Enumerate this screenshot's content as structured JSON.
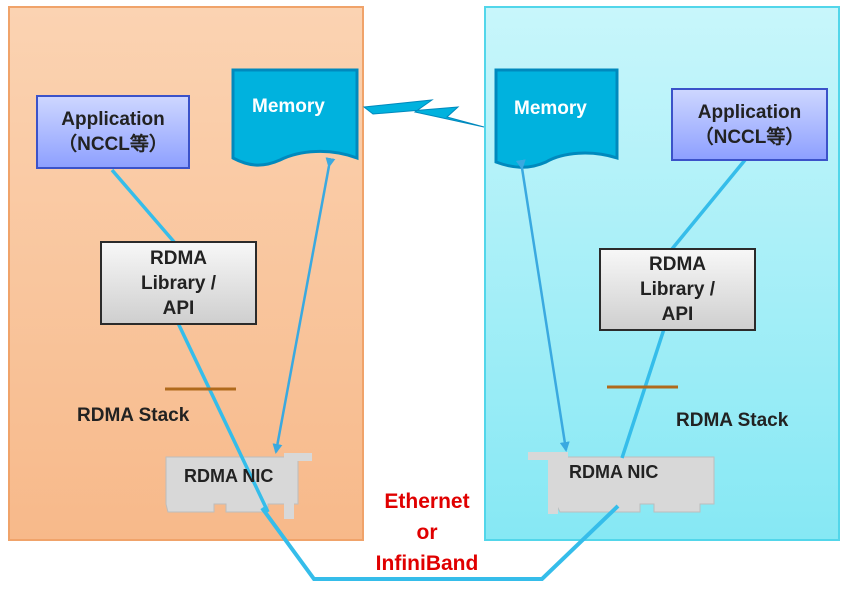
{
  "left": {
    "application": [
      "Application",
      "（NCCL等）"
    ],
    "memory": "Memory",
    "library": [
      "RDMA",
      "Library /",
      "API"
    ],
    "stack": "RDMA Stack",
    "nic": "RDMA NIC"
  },
  "right": {
    "application": [
      "Application",
      "（NCCL等）"
    ],
    "memory": "Memory",
    "library": [
      "RDMA",
      "Library /",
      "API"
    ],
    "stack": "RDMA Stack",
    "nic": "RDMA NIC"
  },
  "network": [
    "Ethernet",
    "or",
    "InfiniBand"
  ],
  "colors": {
    "link": "#35bdea",
    "arrow": "#3aa9e0",
    "network_label": "#e00000",
    "stack_rule": "#b06a1c"
  }
}
